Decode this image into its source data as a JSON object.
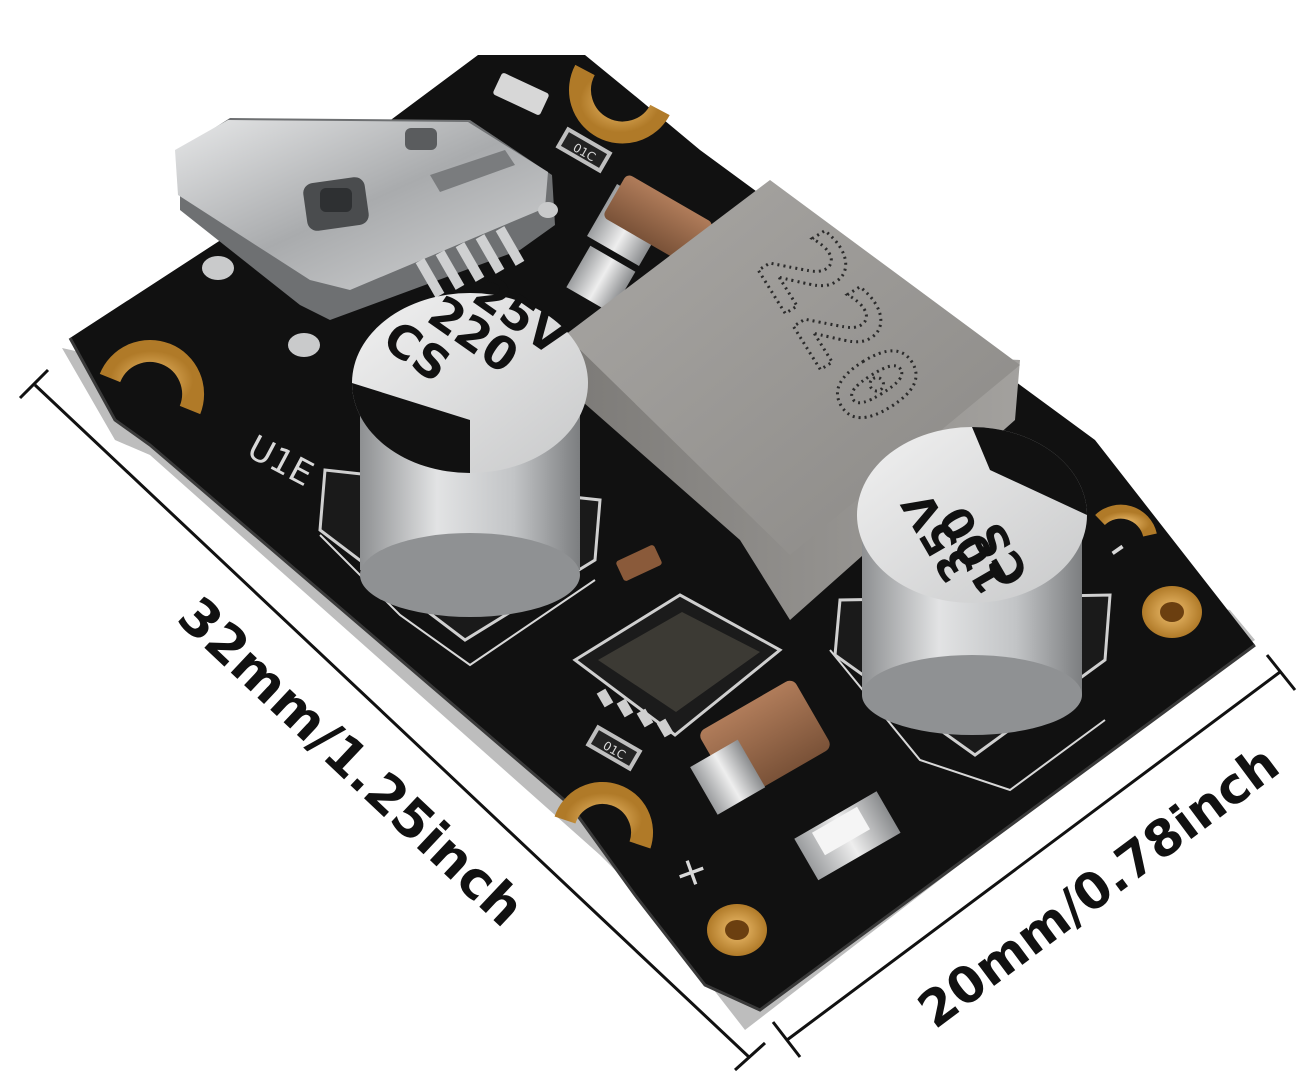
{
  "dimensions": {
    "length_label": "32mm/1.25inch",
    "width_label": "20mm/0.78inch"
  },
  "board": {
    "silkscreen_ref": "U1E",
    "minus_marking": "-",
    "plus_marking": "+",
    "resistor_marking": "01C"
  },
  "input_capacitor": {
    "line1": "CS",
    "line2": "220",
    "line3": "25V"
  },
  "output_capacitor": {
    "line1": "CS",
    "line2": "100",
    "line3": "35V"
  },
  "inductor": {
    "marking": "220"
  },
  "colors": {
    "pcb": "#121212",
    "pcb_edge": "#bcbcbc",
    "gold_pad": "#c8913a",
    "capacitor_can": "#c4c6c8",
    "inductor_body": "#8f8d8b",
    "usb_metal": "#b8babc",
    "dimension_line": "#111111"
  }
}
